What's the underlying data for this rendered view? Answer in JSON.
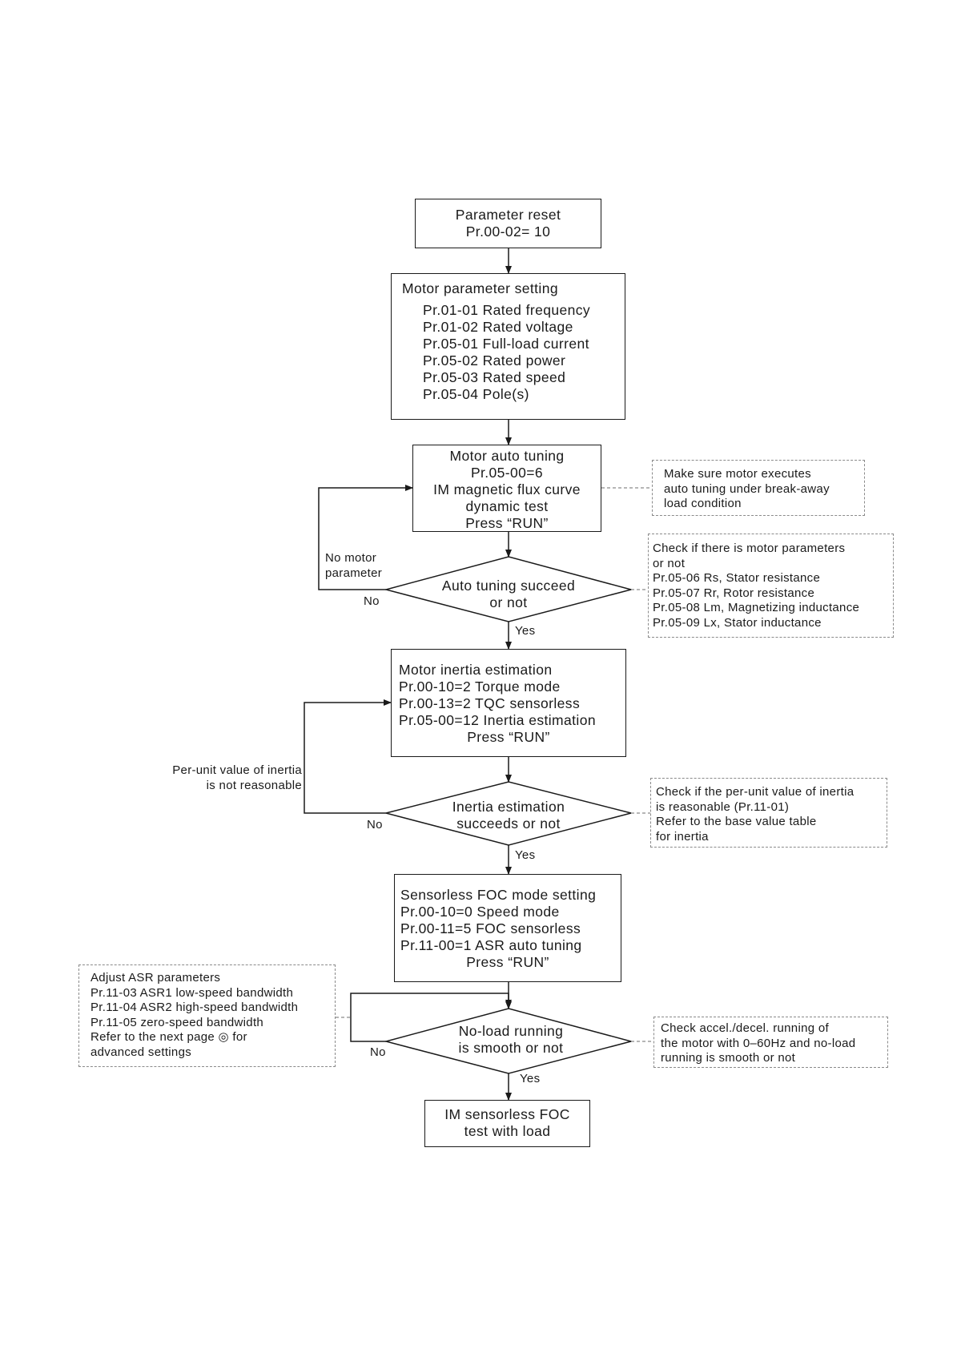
{
  "diagram": {
    "reset": {
      "line1": "Parameter reset",
      "line2": "Pr.00-02= 10"
    },
    "motor_param": {
      "title": "Motor parameter setting",
      "items": [
        "Pr.01-01 Rated frequency",
        "Pr.01-02 Rated voltage",
        "Pr.05-01 Full-load current",
        "Pr.05-02 Rated power",
        "Pr.05-03 Rated speed",
        "Pr.05-04 Pole(s)"
      ]
    },
    "auto_tuning": {
      "lines": [
        "Motor auto tuning",
        "Pr.05-00=6",
        "IM magnetic flux curve",
        "dynamic test",
        "Press “RUN”"
      ]
    },
    "note_breakaway": {
      "lines": [
        "Make sure motor executes",
        "auto tuning under break-away",
        "load condition"
      ]
    },
    "decision_tuning": {
      "lines": [
        "Auto tuning succeed",
        "or not"
      ]
    },
    "note_motor_params": {
      "lines": [
        "Check if there is motor parameters",
        "or not",
        "Pr.05-06 Rs, Stator resistance",
        "Pr.05-07 Rr, Rotor resistance",
        "Pr.05-08 Lm, Magnetizing inductance",
        "Pr.05-09 Lx, Stator inductance"
      ]
    },
    "label_no_motor": {
      "lines": [
        "No motor",
        "parameter"
      ]
    },
    "inertia": {
      "lines": [
        "Motor inertia estimation",
        "Pr.00-10=2 Torque mode",
        "Pr.00-13=2 TQC sensorless",
        "Pr.05-00=12 Inertia estimation"
      ],
      "press": "Press “RUN”"
    },
    "label_inertia_unreasonable": {
      "lines": [
        "Per-unit value of inertia",
        "is not reasonable"
      ]
    },
    "decision_inertia": {
      "lines": [
        "Inertia estimation",
        "succeeds or not"
      ]
    },
    "note_inertia": {
      "lines": [
        "Check if the per-unit value of inertia",
        "is reasonable (Pr.11-01)",
        "Refer to the base value table",
        "for inertia"
      ]
    },
    "foc": {
      "lines": [
        "Sensorless FOC mode setting",
        "Pr.00-10=0 Speed mode",
        "Pr.00-11=5 FOC sensorless",
        "Pr.11-00=1 ASR auto tuning"
      ],
      "press": "Press “RUN”"
    },
    "note_asr": {
      "lines": [
        "Adjust ASR parameters",
        "Pr.11-03 ASR1 low-speed bandwidth",
        "Pr.11-04 ASR2 high-speed bandwidth",
        "Pr.11-05 zero-speed bandwidth",
        "Refer to the next page ◎ for",
        "advanced settings"
      ]
    },
    "decision_noload": {
      "lines": [
        "No-load running",
        "is smooth or not"
      ]
    },
    "note_accel": {
      "lines": [
        "Check accel./decel. running of",
        "the motor with 0–60Hz and no-load",
        "running is smooth or not"
      ]
    },
    "final": {
      "lines": [
        "IM sensorless FOC",
        "test with load"
      ]
    },
    "labels": {
      "no": "No",
      "yes": "Yes"
    }
  }
}
